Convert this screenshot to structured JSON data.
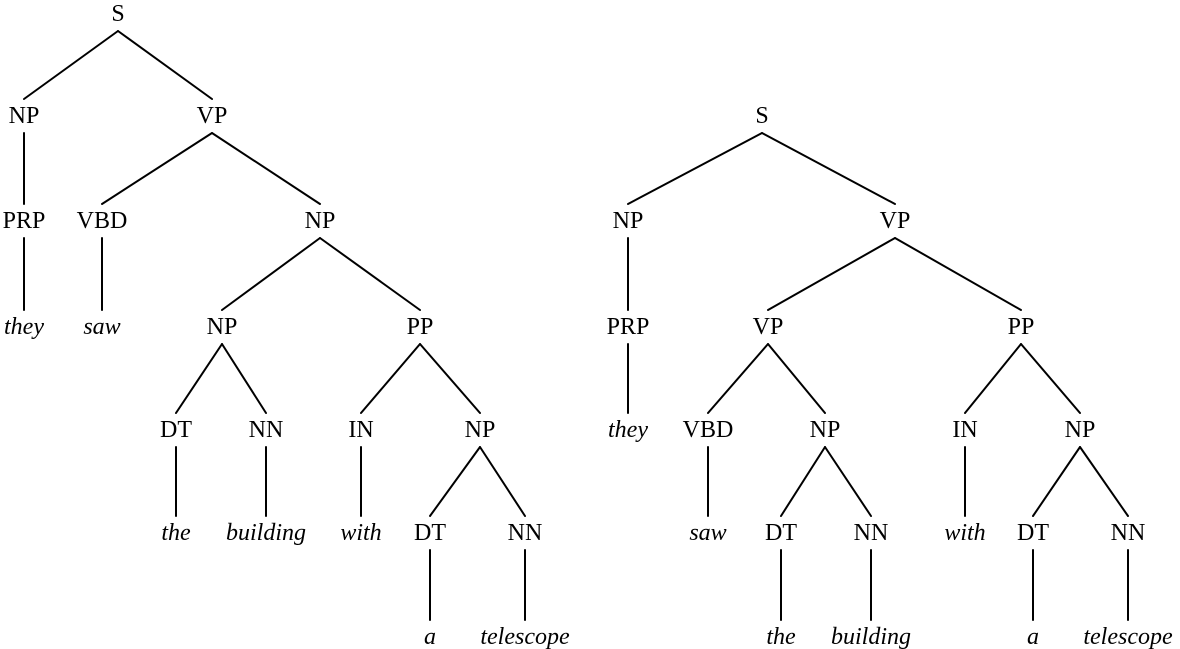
{
  "colors": {
    "background": "#ffffff",
    "ink": "#000000"
  },
  "trees": [
    {
      "id": "tree-left",
      "root": {
        "label": "S",
        "children": [
          {
            "label": "NP",
            "children": [
              {
                "label": "PRP",
                "children": [
                  {
                    "label": "they",
                    "word": true
                  }
                ]
              }
            ]
          },
          {
            "label": "VP",
            "children": [
              {
                "label": "VBD",
                "children": [
                  {
                    "label": "saw",
                    "word": true
                  }
                ]
              },
              {
                "label": "NP",
                "children": [
                  {
                    "label": "NP",
                    "children": [
                      {
                        "label": "DT",
                        "children": [
                          {
                            "label": "the",
                            "word": true
                          }
                        ]
                      },
                      {
                        "label": "NN",
                        "children": [
                          {
                            "label": "building",
                            "word": true
                          }
                        ]
                      }
                    ]
                  },
                  {
                    "label": "PP",
                    "children": [
                      {
                        "label": "IN",
                        "children": [
                          {
                            "label": "with",
                            "word": true
                          }
                        ]
                      },
                      {
                        "label": "NP",
                        "children": [
                          {
                            "label": "DT",
                            "children": [
                              {
                                "label": "a",
                                "word": true
                              }
                            ]
                          },
                          {
                            "label": "NN",
                            "children": [
                              {
                                "label": "telescope",
                                "word": true
                              }
                            ]
                          }
                        ]
                      }
                    ]
                  }
                ]
              }
            ]
          }
        ]
      }
    },
    {
      "id": "tree-right",
      "root": {
        "label": "S",
        "children": [
          {
            "label": "NP",
            "children": [
              {
                "label": "PRP",
                "children": [
                  {
                    "label": "they",
                    "word": true
                  }
                ]
              }
            ]
          },
          {
            "label": "VP",
            "children": [
              {
                "label": "VP",
                "children": [
                  {
                    "label": "VBD",
                    "children": [
                      {
                        "label": "saw",
                        "word": true
                      }
                    ]
                  },
                  {
                    "label": "NP",
                    "children": [
                      {
                        "label": "DT",
                        "children": [
                          {
                            "label": "the",
                            "word": true
                          }
                        ]
                      },
                      {
                        "label": "NN",
                        "children": [
                          {
                            "label": "building",
                            "word": true
                          }
                        ]
                      }
                    ]
                  }
                ]
              },
              {
                "label": "PP",
                "children": [
                  {
                    "label": "IN",
                    "children": [
                      {
                        "label": "with",
                        "word": true
                      }
                    ]
                  },
                  {
                    "label": "NP",
                    "children": [
                      {
                        "label": "DT",
                        "children": [
                          {
                            "label": "a",
                            "word": true
                          }
                        ]
                      },
                      {
                        "label": "NN",
                        "children": [
                          {
                            "label": "telescope",
                            "word": true
                          }
                        ]
                      }
                    ]
                  }
                ]
              }
            ]
          }
        ]
      }
    }
  ]
}
